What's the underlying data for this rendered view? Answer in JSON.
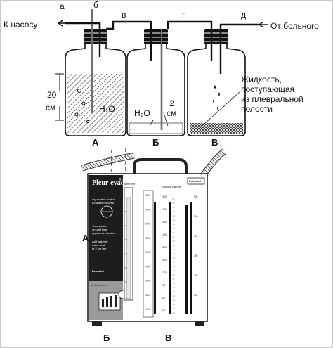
{
  "top_diagram": {
    "pipe_letters": [
      "а",
      "б",
      "в",
      "г",
      "д"
    ],
    "to_pump": "К насосу",
    "from_patient": "От больного",
    "bottle_labels": [
      "А",
      "Б",
      "В"
    ],
    "height_value": "20",
    "height_unit": "см",
    "water_label_1": "H₂O",
    "water_label_2": "H₂O",
    "seal_value": "2",
    "seal_unit": "см",
    "fluid_note": [
      "Жидкость,",
      "поступающая",
      "из плевральной",
      "полости"
    ]
  },
  "device": {
    "brand": "Pleur-evac",
    "brand_mark": "®",
    "model": "Deknatel",
    "section_a": "А",
    "section_b": "Б",
    "section_c": "В",
    "air_leak_meter": "air leak meter",
    "water_level": "water level",
    "collection_chamber": "collection chamber",
    "suction_text": [
      "dry suction control",
      "no water required"
    ],
    "instructions": [
      "Turn suction",
      "on until float",
      "appears in window",
      "Add water to",
      "water seal",
      "to 2 cm line"
    ],
    "scale_left": [
      "2500",
      "2400",
      "2300",
      "2200",
      "2100",
      "2000",
      "1900",
      "1800",
      "1700"
    ],
    "scale_mid": [
      "1600",
      "1500",
      "1400",
      "1300",
      "1200",
      "1100",
      "1000",
      "900",
      "800",
      "700"
    ],
    "scale_right": [
      "600",
      "500",
      "400",
      "300",
      "200",
      "100"
    ]
  }
}
